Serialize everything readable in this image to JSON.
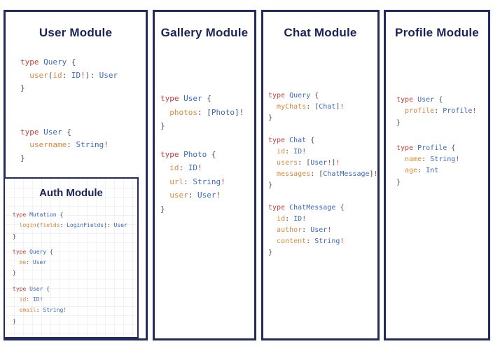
{
  "page": {
    "background": "#ffffff"
  },
  "colors": {
    "border_navy": "#222b5c",
    "heading_navy": "#1a2357",
    "keyword_red": "#bf413d",
    "type_blue": "#3a6abc",
    "field_orange": "#d8893b",
    "punct_dark": "#454b57",
    "bang_red": "#c23a38"
  },
  "modules": {
    "user": {
      "title": "User Module",
      "blocks": [
        [
          [
            [
              "k",
              "type"
            ],
            [
              "p",
              " "
            ],
            [
              "t",
              "Query"
            ],
            [
              "p",
              " {"
            ]
          ],
          [
            [
              "p",
              "  "
            ],
            [
              "f",
              "user"
            ],
            [
              "p",
              "("
            ],
            [
              "f",
              "id"
            ],
            [
              "p",
              ": "
            ],
            [
              "t",
              "ID"
            ],
            [
              "b",
              "!"
            ],
            [
              "p",
              "): "
            ],
            [
              "t",
              "User"
            ]
          ],
          [
            [
              "p",
              "}"
            ]
          ]
        ],
        [
          [
            [
              "k",
              "type"
            ],
            [
              "p",
              " "
            ],
            [
              "t",
              "User"
            ],
            [
              "p",
              " {"
            ]
          ],
          [
            [
              "p",
              "  "
            ],
            [
              "f",
              "username"
            ],
            [
              "p",
              ": "
            ],
            [
              "t",
              "String"
            ],
            [
              "b",
              "!"
            ]
          ],
          [
            [
              "p",
              "}"
            ]
          ]
        ]
      ]
    },
    "auth": {
      "title": "Auth Module",
      "blocks": [
        [
          [
            [
              "k",
              "type"
            ],
            [
              "p",
              " "
            ],
            [
              "t",
              "Mutation"
            ],
            [
              "p",
              " {"
            ]
          ],
          [
            [
              "p",
              "  "
            ],
            [
              "f",
              "login"
            ],
            [
              "p",
              "("
            ],
            [
              "f",
              "fields"
            ],
            [
              "p",
              ": "
            ],
            [
              "t",
              "LoginFields"
            ],
            [
              "p",
              "): "
            ],
            [
              "t",
              "User"
            ]
          ],
          [
            [
              "p",
              "}"
            ]
          ]
        ],
        [
          [
            [
              "k",
              "type"
            ],
            [
              "p",
              " "
            ],
            [
              "t",
              "Query"
            ],
            [
              "p",
              " {"
            ]
          ],
          [
            [
              "p",
              "  "
            ],
            [
              "f",
              "me"
            ],
            [
              "p",
              ": "
            ],
            [
              "t",
              "User"
            ]
          ],
          [
            [
              "p",
              "}"
            ]
          ]
        ],
        [
          [
            [
              "k",
              "type"
            ],
            [
              "p",
              " "
            ],
            [
              "t",
              "User"
            ],
            [
              "p",
              " {"
            ]
          ],
          [
            [
              "p",
              "  "
            ],
            [
              "f",
              "id"
            ],
            [
              "p",
              ": "
            ],
            [
              "t",
              "ID"
            ],
            [
              "b",
              "!"
            ]
          ],
          [
            [
              "p",
              "  "
            ],
            [
              "f",
              "email"
            ],
            [
              "p",
              ": "
            ],
            [
              "t",
              "String"
            ],
            [
              "b",
              "!"
            ]
          ],
          [
            [
              "p",
              "}"
            ]
          ]
        ]
      ]
    },
    "gallery": {
      "title": "Gallery Module",
      "blocks": [
        [
          [
            [
              "k",
              "type"
            ],
            [
              "p",
              " "
            ],
            [
              "t",
              "User"
            ],
            [
              "p",
              " {"
            ]
          ],
          [
            [
              "p",
              "  "
            ],
            [
              "f",
              "photos"
            ],
            [
              "p",
              ": ["
            ],
            [
              "t",
              "Photo"
            ],
            [
              "p",
              "]"
            ],
            [
              "b",
              "!"
            ]
          ],
          [
            [
              "p",
              "}"
            ]
          ]
        ],
        [
          [
            [
              "k",
              "type"
            ],
            [
              "p",
              " "
            ],
            [
              "t",
              "Photo"
            ],
            [
              "p",
              " {"
            ]
          ],
          [
            [
              "p",
              "  "
            ],
            [
              "f",
              "id"
            ],
            [
              "p",
              ": "
            ],
            [
              "t",
              "ID"
            ],
            [
              "b",
              "!"
            ]
          ],
          [
            [
              "p",
              "  "
            ],
            [
              "f",
              "url"
            ],
            [
              "p",
              ": "
            ],
            [
              "t",
              "String"
            ],
            [
              "b",
              "!"
            ]
          ],
          [
            [
              "p",
              "  "
            ],
            [
              "f",
              "user"
            ],
            [
              "p",
              ": "
            ],
            [
              "t",
              "User"
            ],
            [
              "b",
              "!"
            ]
          ],
          [
            [
              "p",
              "}"
            ]
          ]
        ]
      ]
    },
    "chat": {
      "title": "Chat Module",
      "blocks": [
        [
          [
            [
              "k",
              "type"
            ],
            [
              "p",
              " "
            ],
            [
              "t",
              "Query"
            ],
            [
              "p",
              " {"
            ]
          ],
          [
            [
              "p",
              "  "
            ],
            [
              "f",
              "myChats"
            ],
            [
              "p",
              ": ["
            ],
            [
              "t",
              "Chat"
            ],
            [
              "p",
              "]"
            ],
            [
              "b",
              "!"
            ]
          ],
          [
            [
              "p",
              "}"
            ]
          ]
        ],
        [
          [
            [
              "k",
              "type"
            ],
            [
              "p",
              " "
            ],
            [
              "t",
              "Chat"
            ],
            [
              "p",
              " {"
            ]
          ],
          [
            [
              "p",
              "  "
            ],
            [
              "f",
              "id"
            ],
            [
              "p",
              ": "
            ],
            [
              "t",
              "ID"
            ],
            [
              "b",
              "!"
            ]
          ],
          [
            [
              "p",
              "  "
            ],
            [
              "f",
              "users"
            ],
            [
              "p",
              ": ["
            ],
            [
              "t",
              "User"
            ],
            [
              "b",
              "!"
            ],
            [
              "p",
              "]"
            ],
            [
              "b",
              "!"
            ]
          ],
          [
            [
              "p",
              "  "
            ],
            [
              "f",
              "messages"
            ],
            [
              "p",
              ": ["
            ],
            [
              "t",
              "ChatMessage"
            ],
            [
              "p",
              "]"
            ],
            [
              "b",
              "!"
            ]
          ],
          [
            [
              "p",
              "}"
            ]
          ]
        ],
        [
          [
            [
              "k",
              "type"
            ],
            [
              "p",
              " "
            ],
            [
              "t",
              "ChatMessage"
            ],
            [
              "p",
              " {"
            ]
          ],
          [
            [
              "p",
              "  "
            ],
            [
              "f",
              "id"
            ],
            [
              "p",
              ": "
            ],
            [
              "t",
              "ID"
            ],
            [
              "b",
              "!"
            ]
          ],
          [
            [
              "p",
              "  "
            ],
            [
              "f",
              "author"
            ],
            [
              "p",
              ": "
            ],
            [
              "t",
              "User"
            ],
            [
              "b",
              "!"
            ]
          ],
          [
            [
              "p",
              "  "
            ],
            [
              "f",
              "content"
            ],
            [
              "p",
              ": "
            ],
            [
              "t",
              "String"
            ],
            [
              "b",
              "!"
            ]
          ],
          [
            [
              "p",
              "}"
            ]
          ]
        ]
      ]
    },
    "profile": {
      "title": "Profile Module",
      "blocks": [
        [
          [
            [
              "k",
              "type"
            ],
            [
              "p",
              " "
            ],
            [
              "t",
              "User"
            ],
            [
              "p",
              " {"
            ]
          ],
          [
            [
              "p",
              "  "
            ],
            [
              "f",
              "profile"
            ],
            [
              "p",
              ": "
            ],
            [
              "t",
              "Profile"
            ],
            [
              "b",
              "!"
            ]
          ],
          [
            [
              "p",
              "}"
            ]
          ]
        ],
        [
          [
            [
              "k",
              "type"
            ],
            [
              "p",
              " "
            ],
            [
              "t",
              "Profile"
            ],
            [
              "p",
              " {"
            ]
          ],
          [
            [
              "p",
              "  "
            ],
            [
              "f",
              "name"
            ],
            [
              "p",
              ": "
            ],
            [
              "t",
              "String"
            ],
            [
              "b",
              "!"
            ]
          ],
          [
            [
              "p",
              "  "
            ],
            [
              "f",
              "age"
            ],
            [
              "p",
              ": "
            ],
            [
              "t",
              "Int"
            ]
          ],
          [
            [
              "p",
              "}"
            ]
          ]
        ]
      ]
    }
  }
}
